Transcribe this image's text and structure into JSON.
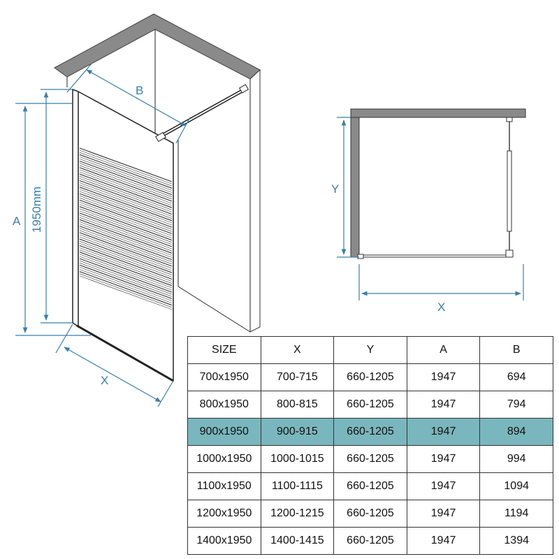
{
  "labels": {
    "iso_b": "B",
    "iso_height": "1950mm",
    "iso_a": "A",
    "iso_x": "X",
    "plan_y": "Y",
    "plan_x": "X"
  },
  "colors": {
    "dimension": "#3a7fa8",
    "wall": "#8a8a8a",
    "highlight_row": "#7ab6bd"
  },
  "table": {
    "headers": [
      "SIZE",
      "X",
      "Y",
      "A",
      "B"
    ],
    "highlight_row": 2,
    "rows": [
      [
        "700x1950",
        "700-715",
        "660-1205",
        "1947",
        "694"
      ],
      [
        "800x1950",
        "800-815",
        "660-1205",
        "1947",
        "794"
      ],
      [
        "900x1950",
        "900-915",
        "660-1205",
        "1947",
        "894"
      ],
      [
        "1000x1950",
        "1000-1015",
        "660-1205",
        "1947",
        "994"
      ],
      [
        "1100x1950",
        "1100-1115",
        "660-1205",
        "1947",
        "1094"
      ],
      [
        "1200x1950",
        "1200-1215",
        "660-1205",
        "1947",
        "1194"
      ],
      [
        "1400x1950",
        "1400-1415",
        "660-1205",
        "1947",
        "1394"
      ]
    ]
  }
}
